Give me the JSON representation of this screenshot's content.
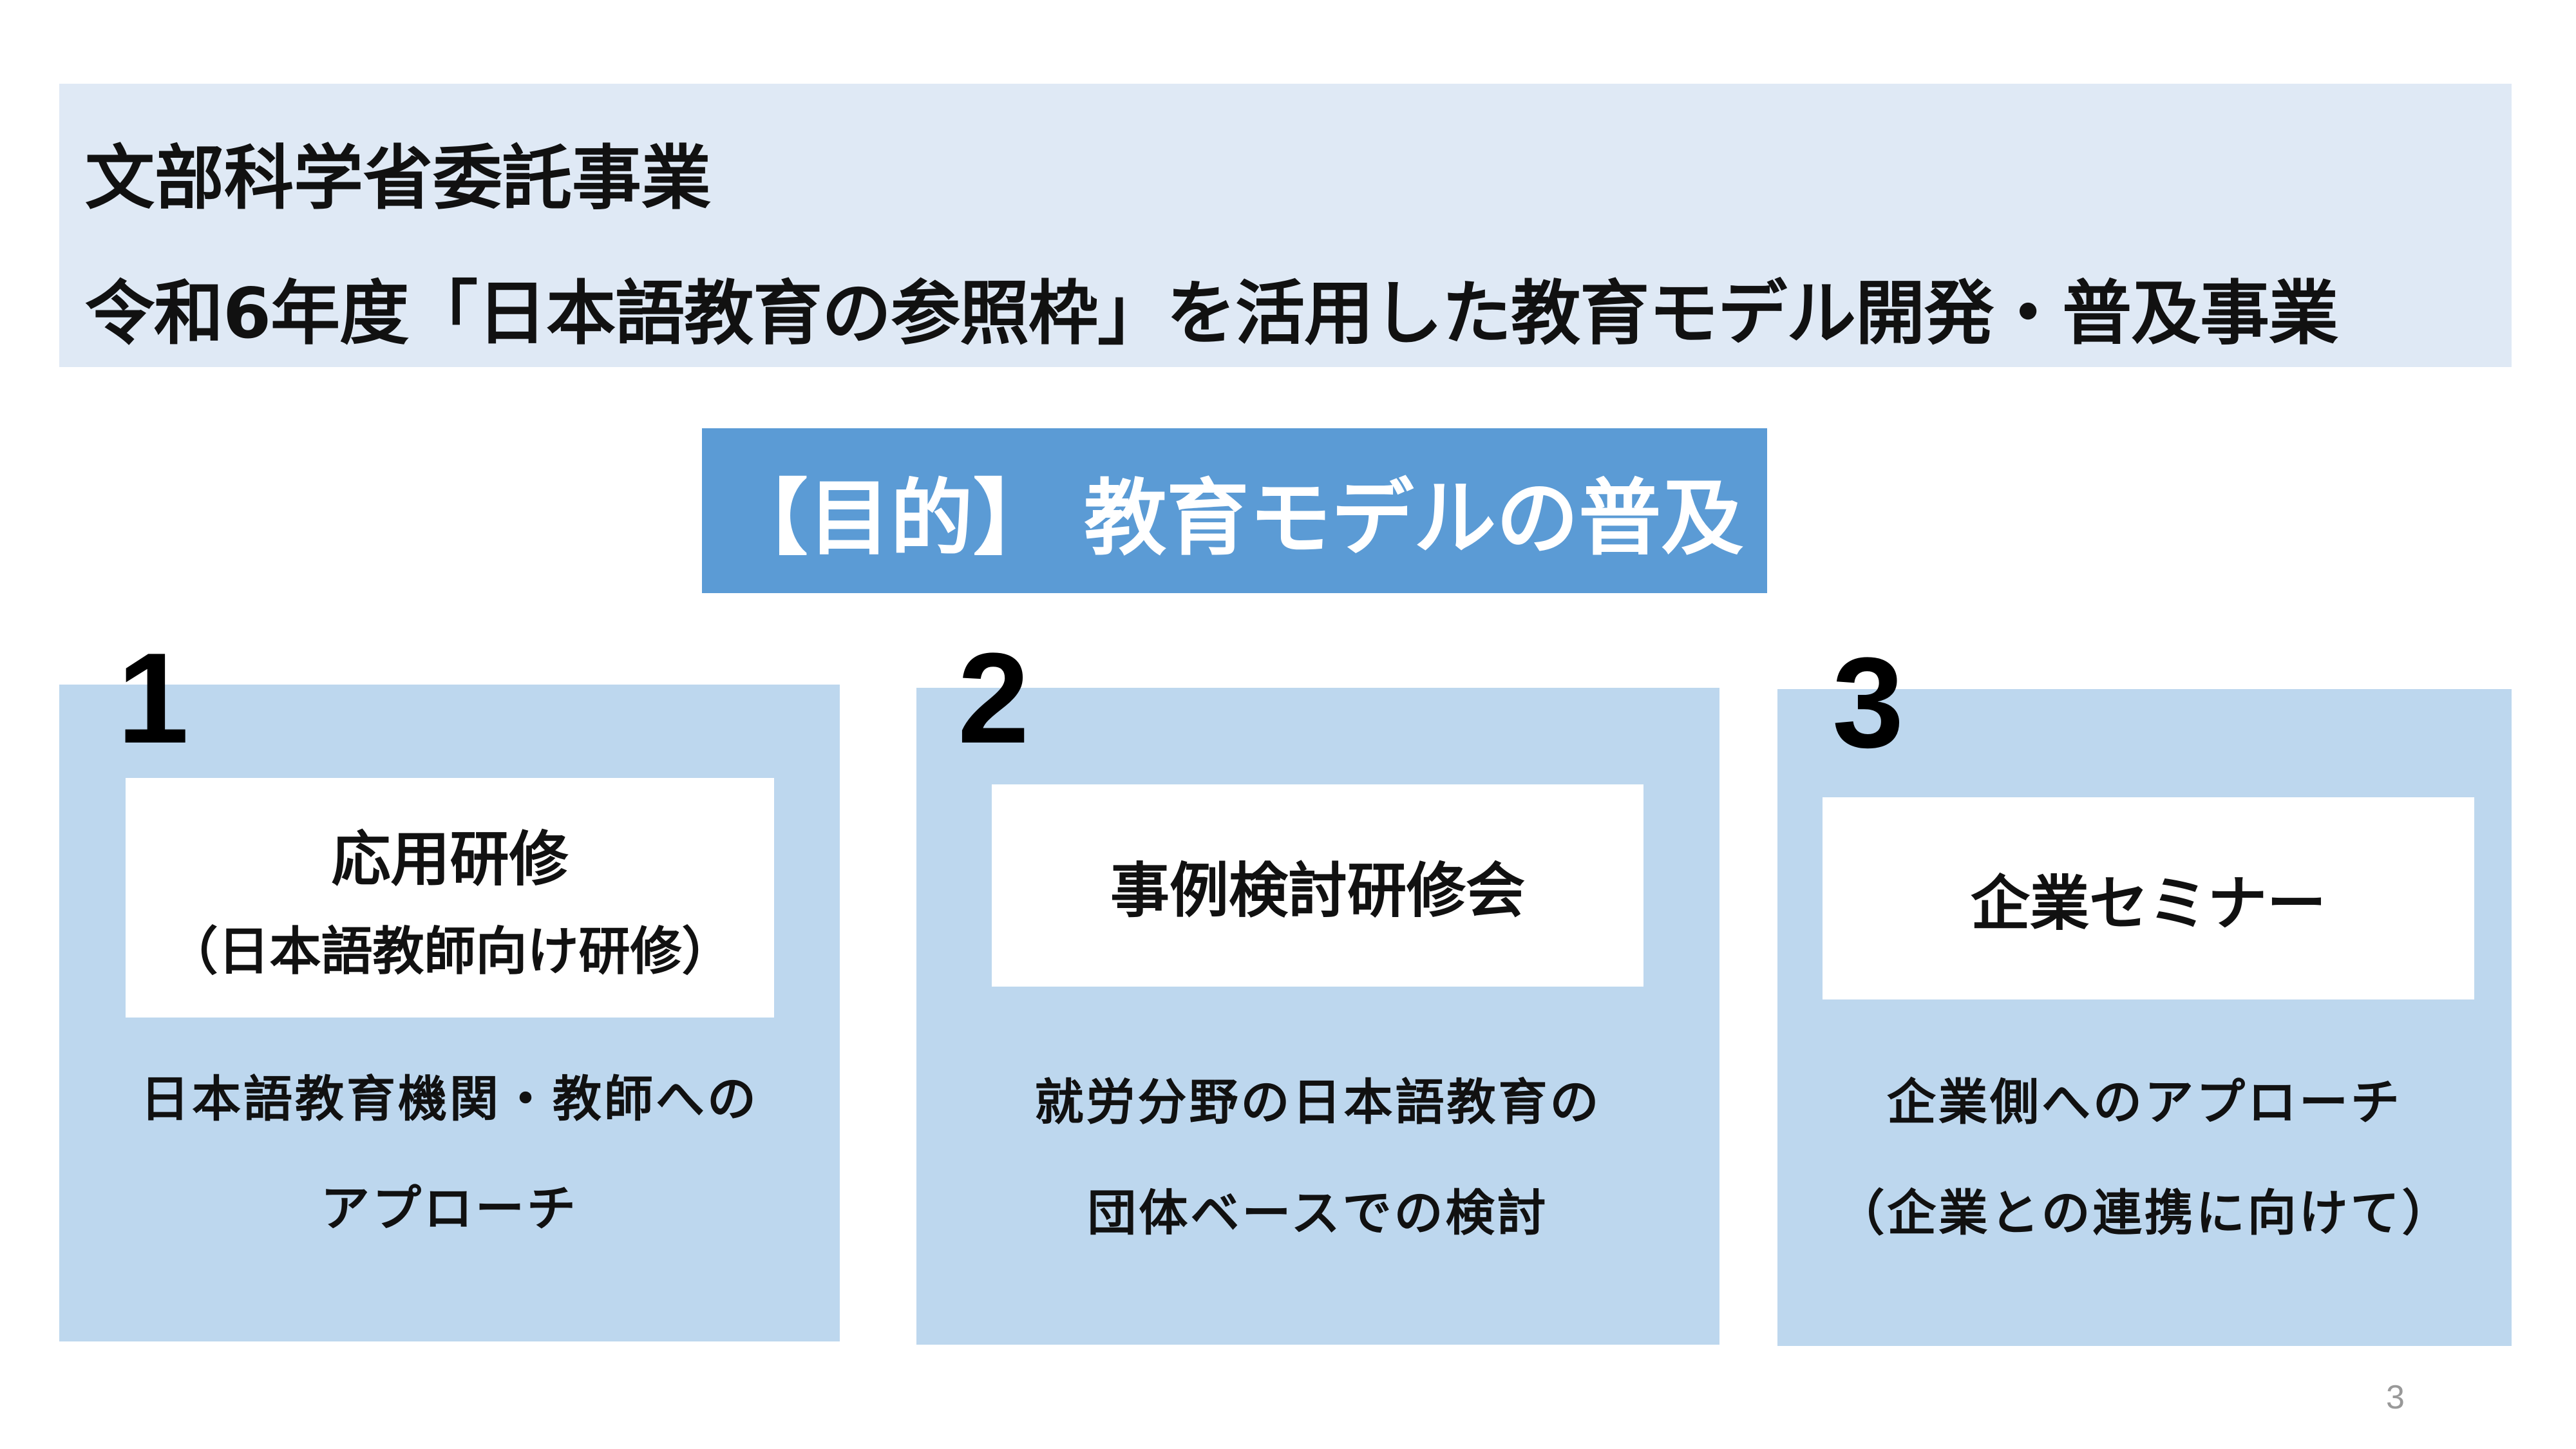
{
  "header": {
    "line1": "文部科学省委託事業",
    "line2": "令和6年度「日本語教育の参照枠」を活用した教育モデル開発・普及事業"
  },
  "purpose": {
    "label": "【目的】 教育モデルの普及"
  },
  "panels": [
    {
      "number": "1",
      "card_title": "応用研修",
      "card_subtitle": "（日本語教師向け研修）",
      "desc_line1": "日本語教育機関・教師への",
      "desc_line2": "アプローチ"
    },
    {
      "number": "2",
      "card_title": "事例検討研修会",
      "desc_line1": "就労分野の日本語教育の",
      "desc_line2": "団体ベースでの検討"
    },
    {
      "number": "3",
      "card_title": "企業セミナー",
      "desc_line1": "企業側へのアプローチ",
      "desc_line2": "（企業との連携に向けて）"
    }
  ],
  "page_number": "3",
  "colors": {
    "header_bg": "#dfe9f5",
    "purpose_bg": "#5b9bd5",
    "panel_bg": "#bdd7ee",
    "card_bg": "#ffffff"
  }
}
